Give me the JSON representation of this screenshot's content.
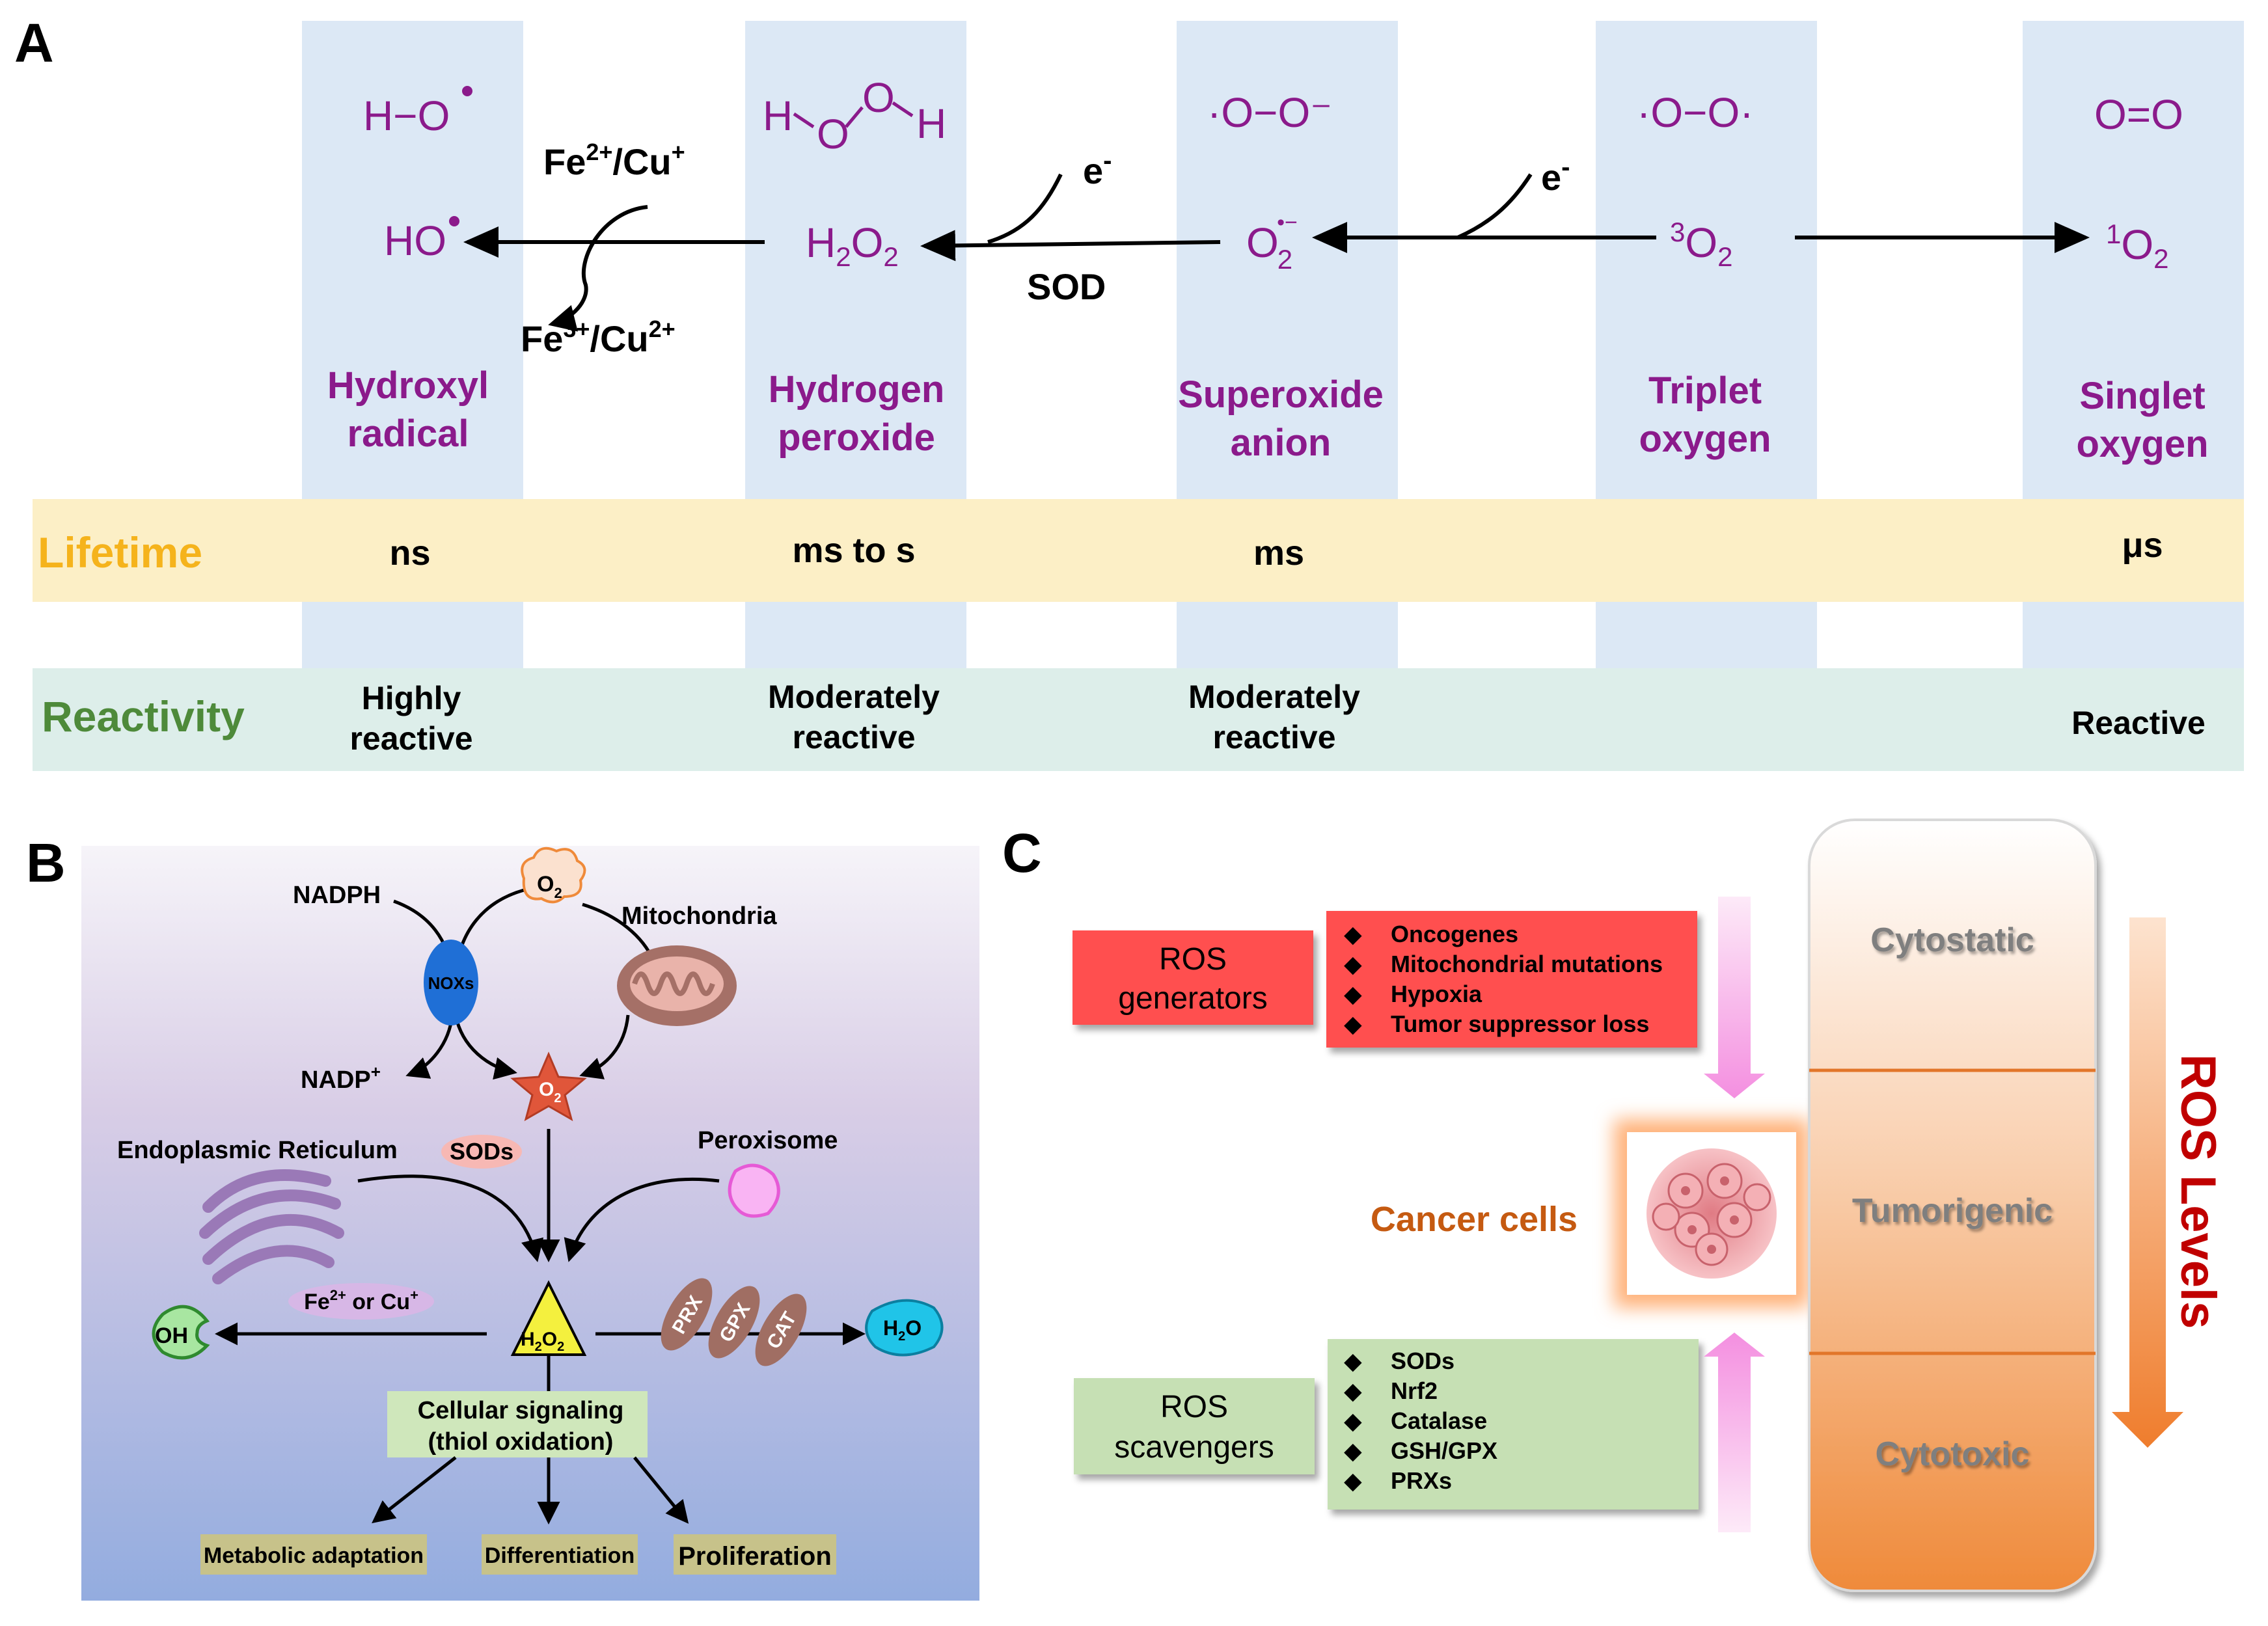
{
  "colors": {
    "purple": "#8b1a8b",
    "band": "#dce8f5",
    "lifetime_bg": "#fcefc6",
    "lifetime_label": "#f5b31c",
    "reactivity_bg": "#ddeeea",
    "reactivity_label": "#4e8a3a",
    "gen_red": "#ff5050",
    "scav_green": "#c6e0b4",
    "ros_levels": "#c00000",
    "cancer_orange": "#c55a11",
    "tier_text": "#7f7f7f"
  },
  "panel_a": {
    "label": "A",
    "structures": {
      "hydroxyl": "H−O",
      "h2o2_h1": "H",
      "h2o2_o1": "O",
      "h2o2_o2": "O",
      "h2o2_h2": "H",
      "superoxide": "·O−O⁻",
      "triplet": "·O−O·",
      "singlet": "O=O"
    },
    "formulas": {
      "hydroxyl": "HO",
      "h2o2_h": "H",
      "h2o2_2a": "2",
      "h2o2_o": "O",
      "h2o2_2b": "2",
      "superoxide_o": "O",
      "superoxide_sub": "2",
      "superoxide_sup": "•−",
      "triplet_sup": "3",
      "triplet_o": "O",
      "triplet_sub": "2",
      "singlet_sup": "1",
      "singlet_o": "O",
      "singlet_sub": "2"
    },
    "reagents": {
      "fe_top": "Fe",
      "fe_top_sup": "2+",
      "cu_top": "/Cu",
      "cu_top_sup": "+",
      "fe_bottom": "Fe",
      "fe_bottom_sup": "3+",
      "cu_bottom": "/Cu",
      "cu_bottom_sup": "2+",
      "electron": "e",
      "electron_sup": "-",
      "sod": "SOD"
    },
    "species": [
      {
        "line1": "Hydroxyl",
        "line2": "radical"
      },
      {
        "line1": "Hydrogen",
        "line2": "peroxide"
      },
      {
        "line1": "Superoxide",
        "line2": "anion"
      },
      {
        "line1": "Triplet",
        "line2": "oxygen"
      },
      {
        "line1": "Singlet",
        "line2": "oxygen"
      }
    ],
    "lifetime": {
      "label": "Lifetime",
      "values": [
        "ns",
        "ms to s",
        "ms",
        "",
        "μs"
      ]
    },
    "reactivity": {
      "label": "Reactivity",
      "values": [
        {
          "line1": "Highly",
          "line2": "reactive"
        },
        {
          "line1": "Moderately",
          "line2": "reactive"
        },
        {
          "line1": "Moderately",
          "line2": "reactive"
        },
        {
          "line1": "",
          "line2": ""
        },
        {
          "line1": "Reactive",
          "line2": ""
        }
      ]
    }
  },
  "panel_b": {
    "label": "B",
    "nadph": "NADPH",
    "nadp": "NADP",
    "nadp_sup": "+",
    "o2": "O",
    "o2_sub": "2",
    "o2_radical": "O",
    "o2_radical_sub": "2",
    "noxs": "NOXs",
    "mitochondria": "Mitochondria",
    "er": "Endoplasmic Reticulum",
    "sods": "SODs",
    "peroxisome": "Peroxisome",
    "fe_cu": "Fe",
    "fe_cu_sup": "2+",
    "fe_cu_mid": " or Cu",
    "fe_cu_sup2": "+",
    "oh": "OH",
    "h2o2_h": "H",
    "h2o2_2a": "2",
    "h2o2_o": "O",
    "h2o2_2b": "2",
    "prx": "PRX",
    "gpx": "GPX",
    "cat": "CAT",
    "h2o_h": "H",
    "h2o_2": "2",
    "h2o_o": "O",
    "signaling_line1": "Cellular signaling",
    "signaling_line2": "(thiol oxidation)",
    "outcomes": [
      "Metabolic adaptation",
      "Differentiation",
      "Proliferation"
    ]
  },
  "panel_c": {
    "label": "C",
    "generators_line1": "ROS",
    "generators_line2": "generators",
    "generator_items": [
      "Oncogenes",
      "Mitochondrial mutations",
      "Hypoxia",
      "Tumor suppressor loss"
    ],
    "scavengers_line1": "ROS",
    "scavengers_line2": "scavengers",
    "scavenger_items": [
      "SODs",
      "Nrf2",
      "Catalase",
      "GSH/GPX",
      "PRXs"
    ],
    "cancer_cells": "Cancer cells",
    "tiers": [
      "Cytostatic",
      "Tumorigenic",
      "Cytotoxic"
    ],
    "ros_levels": "ROS Levels",
    "bullet": "◆"
  }
}
